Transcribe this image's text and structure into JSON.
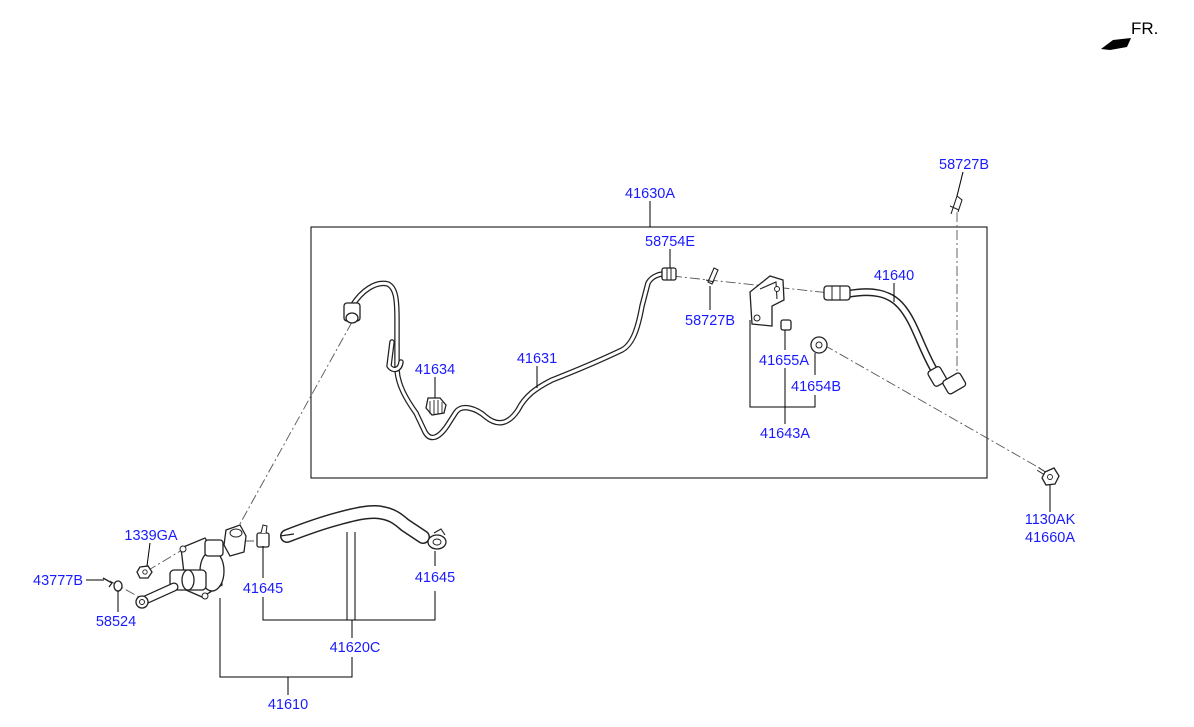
{
  "direction_indicator": {
    "text": "FR.",
    "icon": "front-direction-arrow-icon"
  },
  "labels": {
    "p41630A": "41630A",
    "p58727B_top": "58727B",
    "p58754E": "58754E",
    "p41640": "41640",
    "p58727B_mid": "58727B",
    "p41655A": "41655A",
    "p41654B": "41654B",
    "p41643A": "41643A",
    "p41631": "41631",
    "p41634": "41634",
    "p1130AK": "1130AK",
    "p41660A": "41660A",
    "p1339GA": "1339GA",
    "p43777B": "43777B",
    "p58524": "58524",
    "p41645_left": "41645",
    "p41645_right": "41645",
    "p41620C": "41620C",
    "p41610": "41610"
  },
  "colors": {
    "label": "#1a1aff",
    "line": "#000000",
    "background": "#ffffff"
  }
}
